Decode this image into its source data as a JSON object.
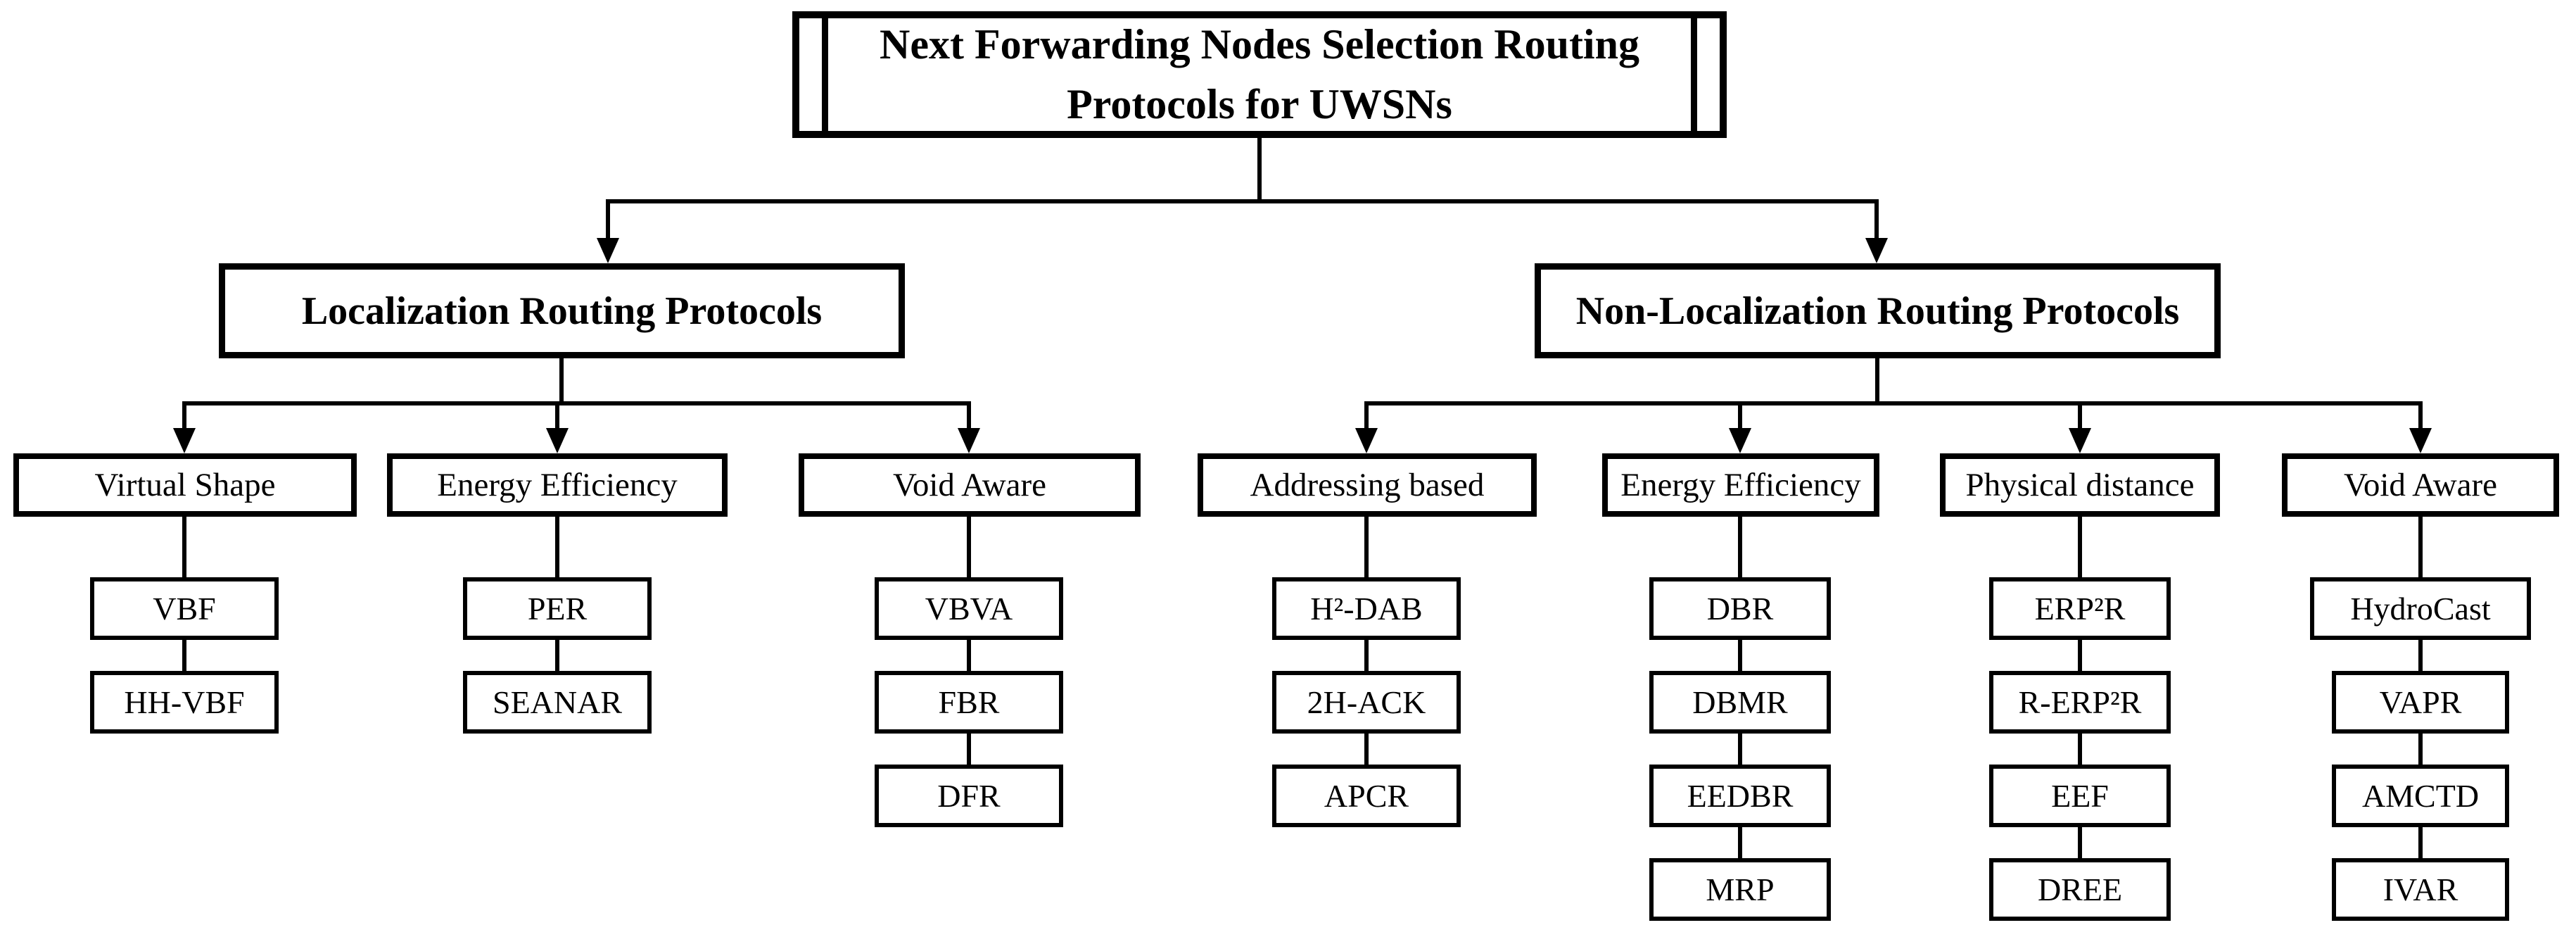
{
  "figure": {
    "root": {
      "title_line1": "Next Forwarding Nodes Selection Routing",
      "title_line2": "Protocols for UWSNs"
    },
    "branches": {
      "left": {
        "title": "Localization Routing Protocols",
        "categories": [
          {
            "label": "Virtual Shape",
            "items": [
              "VBF",
              "HH-VBF"
            ]
          },
          {
            "label": "Energy Efficiency",
            "items": [
              "PER",
              "SEANAR"
            ]
          },
          {
            "label": "Void Aware",
            "items": [
              "VBVA",
              "FBR",
              "DFR"
            ]
          }
        ]
      },
      "right": {
        "title": "Non-Localization Routing Protocols",
        "categories": [
          {
            "label": "Addressing based",
            "items": [
              "H²-DAB",
              "2H-ACK",
              "APCR"
            ]
          },
          {
            "label": "Energy Efficiency",
            "items": [
              "DBR",
              "DBMR",
              "EEDBR",
              "MRP"
            ]
          },
          {
            "label": "Physical distance",
            "items": [
              "ERP²R",
              "R-ERP²R",
              "EEF",
              "DREE"
            ]
          },
          {
            "label": "Void Aware",
            "items": [
              "HydroCast",
              "VAPR",
              "AMCTD",
              "IVAR"
            ]
          }
        ]
      }
    },
    "colors": {
      "stroke": "#000000",
      "background": "#ffffff"
    }
  }
}
